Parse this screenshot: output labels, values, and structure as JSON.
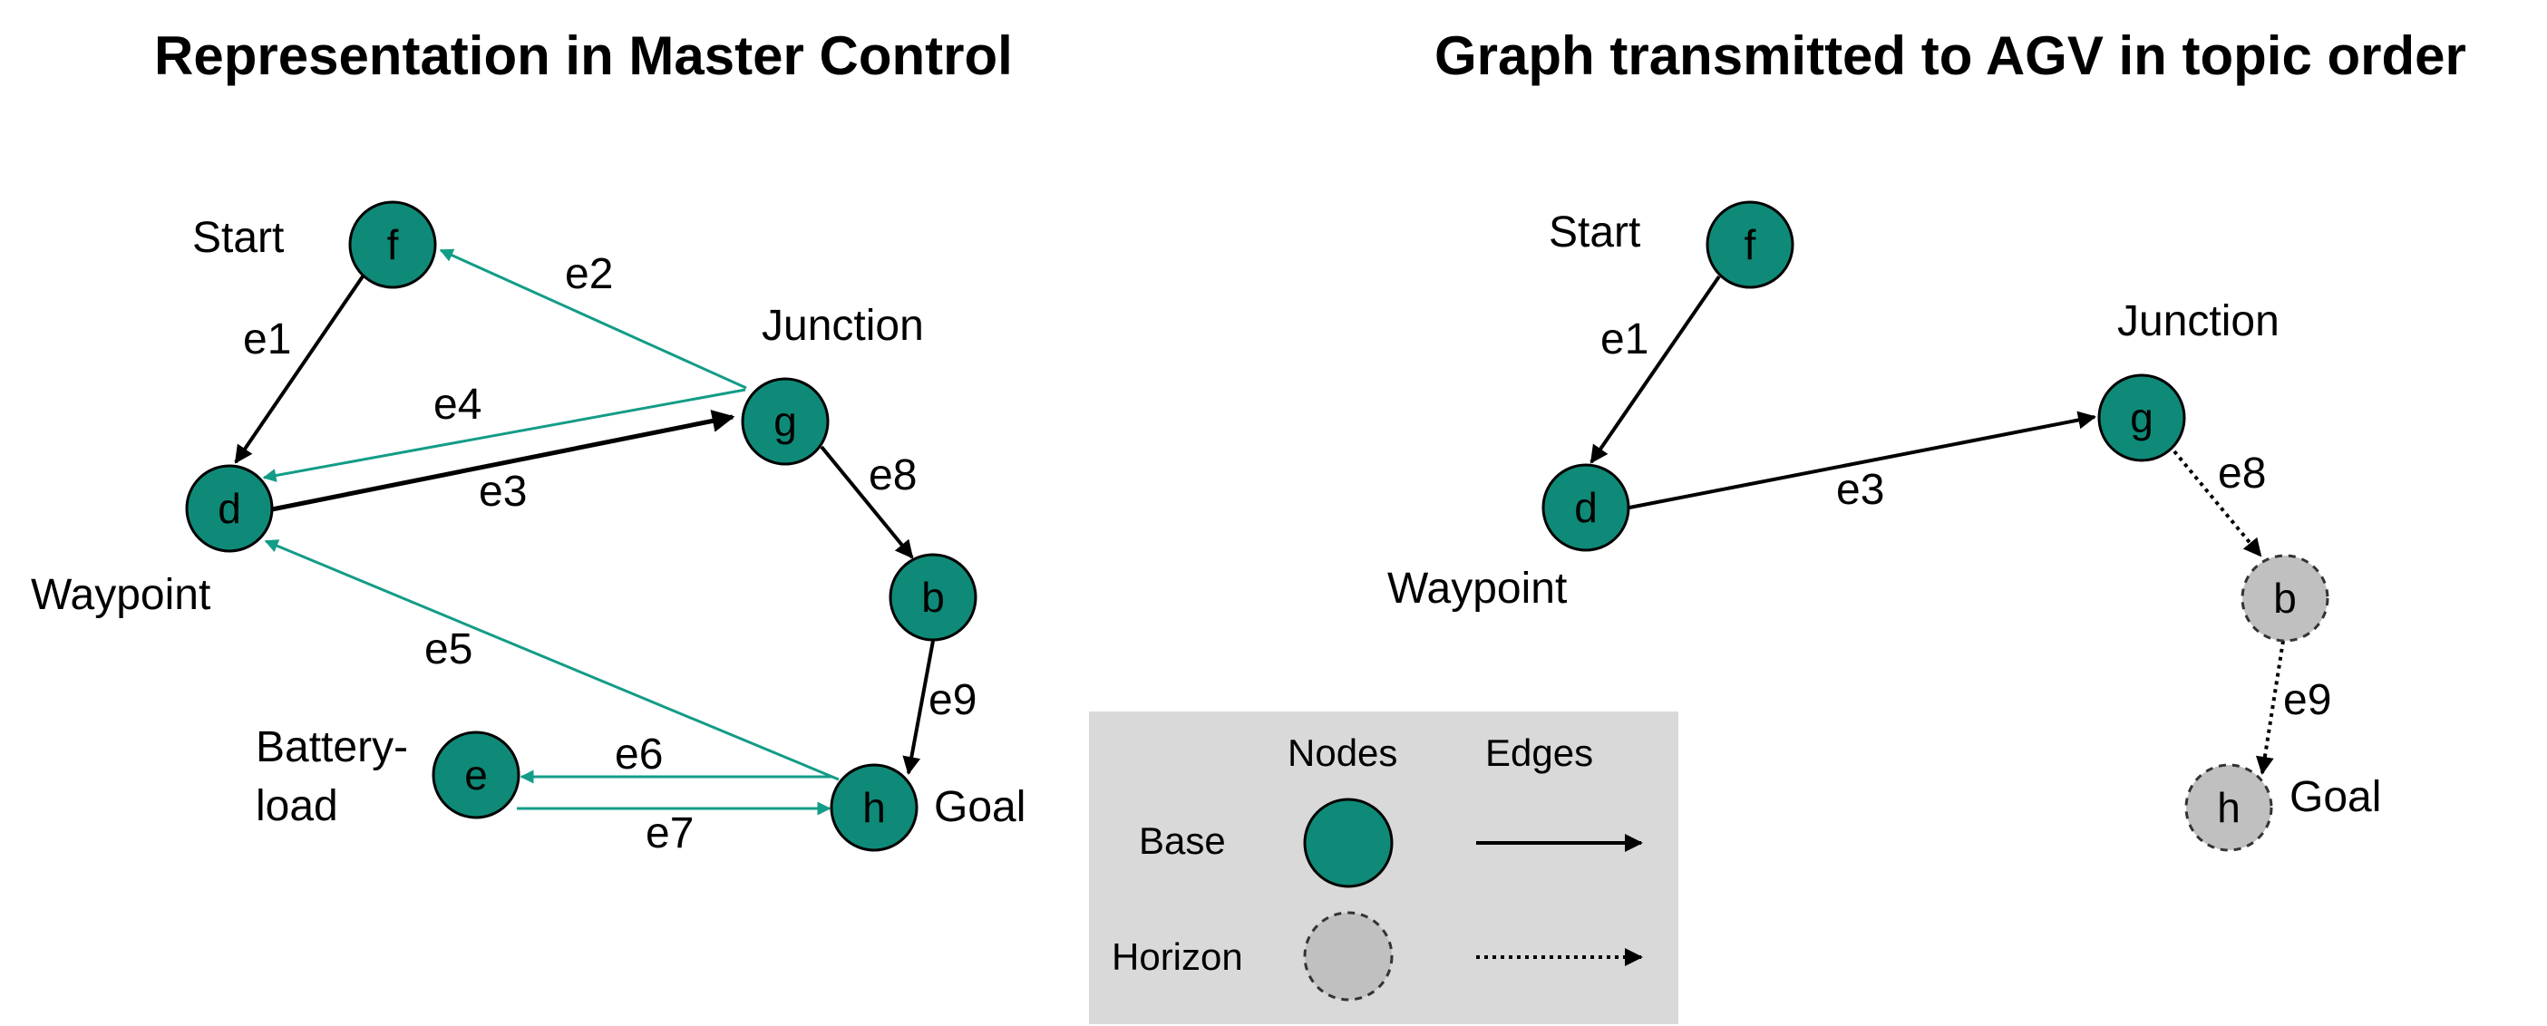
{
  "titles": {
    "left": "Representation in Master Control",
    "right": "Graph transmitted to AGV in topic order"
  },
  "colors": {
    "base_node": "#0f8a78",
    "horizon_node": "#c0c0c0",
    "teal_edge": "#139c87",
    "black_edge": "#000000",
    "legend_bg": "#d9d9d9"
  },
  "left_graph": {
    "nodes": {
      "f": "f",
      "d": "d",
      "g": "g",
      "b": "b",
      "h": "h",
      "e": "e"
    },
    "node_labels": {
      "start": "Start",
      "junction": "Junction",
      "waypoint": "Waypoint",
      "battery_line1": "Battery-",
      "battery_line2": "load",
      "goal": "Goal"
    },
    "edges": {
      "e1": "e1",
      "e2": "e2",
      "e3": "e3",
      "e4": "e4",
      "e5": "e5",
      "e6": "e6",
      "e7": "e7",
      "e8": "e8",
      "e9": "e9"
    }
  },
  "right_graph": {
    "nodes": {
      "f": "f",
      "d": "d",
      "g": "g",
      "b": "b",
      "h": "h"
    },
    "node_labels": {
      "start": "Start",
      "junction": "Junction",
      "waypoint": "Waypoint",
      "goal": "Goal"
    },
    "edges": {
      "e1": "e1",
      "e3": "e3",
      "e8": "e8",
      "e9": "e9"
    }
  },
  "legend": {
    "nodes_header": "Nodes",
    "edges_header": "Edges",
    "base": "Base",
    "horizon": "Horizon"
  }
}
